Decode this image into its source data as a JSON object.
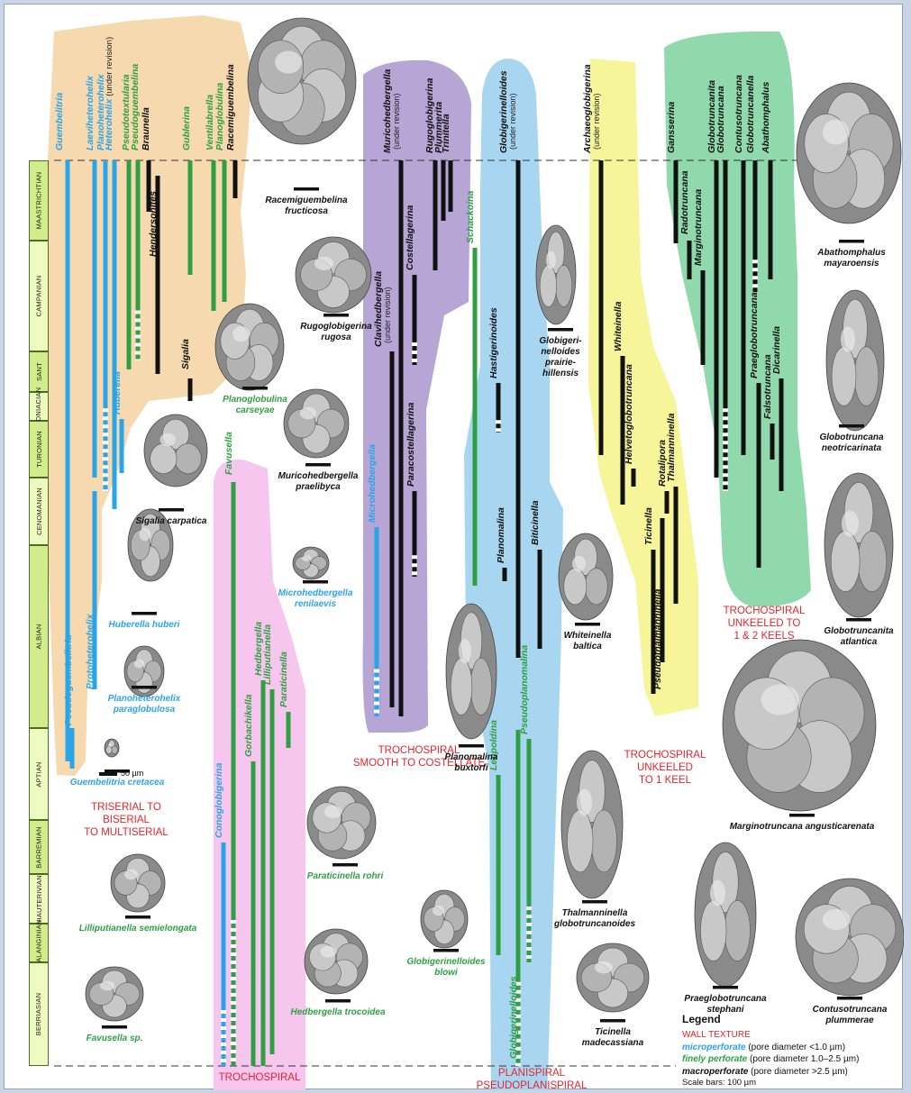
{
  "stages": [
    "MAASTRICHTIAN",
    "CAMPANIAN",
    "SANT",
    "CONIACIAN",
    "TURONIAN",
    "CENOMANIAN",
    "ALBIAN",
    "APTIAN",
    "BARREMIAN",
    "HAUTERIVIAN",
    "VALANGINIAN",
    "BERRIASIAN"
  ],
  "genera": {
    "guembelitria": "Guembelitria",
    "laeviheterohelix": "Laeviheterohelix",
    "planoheterohelix": "Planoheterohelix",
    "heterohelix": "Heterohelix",
    "heterohelix_note": "(under revision)",
    "pseudotextularia": "Pseudotextularia",
    "pseudoguembelina": "Pseudoguembelina",
    "braunella": "Braunella",
    "gublerina": "Gublerina",
    "ventilabrella": "Ventilabrella",
    "planoglobulina": "Planoglobulina",
    "racemiguembelina": "Racemiguembelina",
    "hendersonites": "Hendersonites",
    "sigalia": "Sigalia",
    "huberella": "Huberella",
    "protoheterohelix": "Protoheterohelix",
    "pseudoguembelitria": "Pseudoguembelitria",
    "favusella": "Favusella",
    "conoglobigerina": "Conoglobigerina",
    "gorbachikella": "Gorbachikella",
    "hedbergella": "Hedbergella",
    "lilliputianella": "Lilliputianella",
    "paraticinella": "Paraticinella",
    "muricohedbergella": "Muricohedbergella",
    "muricohedbergella_note": "(under revision)",
    "clavihedbergella": "Clavihedbergella",
    "clavihedbergella_note": "(under revision)",
    "costellagerina": "Costellagerina",
    "paracostellagerina": "Paracostellagerina",
    "microhedbergella": "Microhedbergella",
    "rugoglobigerina": "Rugoglobigerina",
    "plummerita": "Plummerita",
    "trinitella": "Trinitella",
    "schackoina": "Schackoina",
    "hastigerinoides": "Hastigerinoides",
    "planomalina": "Planomalina",
    "globigerinelloides_top": "Globigerinelloides",
    "globigerinelloides_top_note": "(under revision)",
    "biticinella": "Biticinella",
    "leupoldina": "Leupoldina",
    "pseudoplanomalina": "Pseudoplanomalina",
    "globigerinelloides_bottom": "Globigerinelloides",
    "archaeoglobigerina": "Archaeoglobigerina",
    "archaeoglobigerina_note": "(under revision)",
    "whiteinella": "Whiteinella",
    "helvetoglobotruncana": "Helvetoglobotruncana",
    "ticinella": "Ticinella",
    "rotalipora": "Rotalipora",
    "thalmanninella": "Thalmanninella",
    "pseudothalmanninella": "Pseudothalmanninella",
    "gansserina": "Gansserina",
    "radotruncana": "Radotruncana",
    "globotruncanita": "Globotruncanita",
    "globotruncana": "Globotruncana",
    "marginotruncana": "Marginotruncana",
    "contusotruncana": "Contusotruncana",
    "globotruncanella": "Globotruncanella",
    "abathomphalus": "Abathomphalus",
    "praeglobotruncana": "Praeglobotruncana",
    "falsotruncana": "Falsotruncana",
    "dicarinella": "Dicarinella"
  },
  "groups": {
    "triserial": "TRISERIAL TO BISERIAL\nTO MULTISERIAL",
    "trochospiral": "TROCHOSPIRAL",
    "smooth": "TROCHOSPIRAL\nSMOOTH TO COSTELLATE",
    "planispiral": "PLANISPIRAL\nPSEUDOPLANISPIRAL",
    "unkeeled1": "TROCHOSPIRAL\nUNKEELED\nTO 1 KEEL",
    "unkeeled2": "TROCHOSPIRAL\nUNKEELED TO\n1 & 2  KEELS"
  },
  "specimens": {
    "racemiguembelina": "Racemiguembelina\nfructicosa",
    "rugoglobigerina": "Rugoglobigerina\nrugosa",
    "planoglobulina": "Planoglobulina\ncarseyae",
    "sigalia": "Sigalia carpatica",
    "huberella": "Huberella huberi",
    "planoheterohelix": "Planoheterohelix\nparaglobulosa",
    "guembelitria": "Guembelitria cretacea",
    "lilliputianella": "Lilliputianella semielongata",
    "favusella": "Favusella sp.",
    "muricohedbergella": "Muricohedbergella\npraelibyca",
    "microhedbergella": "Microhedbergella\nrenilaevis",
    "paraticinella": "Paraticinella rohri",
    "hedbergella": "Hedbergella trocoidea",
    "planomalina": "Planomalina\nbuxtorfi",
    "globigerinelloides_blowi": "Globigerinelloides\nblowi",
    "globigerinelloides_prairie": "Globigeri-\nnelloides\nprairie-\nhillensis",
    "whiteinella": "Whiteinella\nbaltica",
    "thalmanninella": "Thalmanninella\nglobotruncanoides",
    "ticinella": "Ticinella\nmadecassiana",
    "abathomphalus": "Abathomphalus\nmayaroensis",
    "globotruncana": "Globotruncana\nneotricarinata",
    "globotruncanita": "Globotruncanita\natlantica",
    "marginotruncana": "Marginotruncana angusticarenata",
    "praeglobotruncana": "Praeglobotruncana\nstephani",
    "contusotruncana": "Contusotruncana\nplummerae"
  },
  "scale_50": "50 µm",
  "legend": {
    "title": "Legend",
    "wall_texture": "WALL TEXTURE",
    "micro": "microperforate",
    "micro_desc": " (pore diameter <1.0 µm)",
    "fine": "finely perforate",
    "fine_desc": " (pore diameter 1.0–2.5 µm)",
    "macro": "macroperforate",
    "macro_desc": " (pore diameter >2.5 µm)",
    "scale": "Scale bars: 100  µm"
  },
  "colors": {
    "micro": "#2aa5e8",
    "fine": "#2ea043",
    "macro": "#111111",
    "triserial_bg": "#f6d9ae",
    "trochospiral_bg": "#f7c6ee",
    "smooth_bg": "#b7a5d6",
    "planispiral_bg": "#a8d6f0",
    "unkeeled1_bg": "#f7f59a",
    "unkeeled2_bg": "#8fd9ad",
    "group_label": "#e6242b"
  }
}
